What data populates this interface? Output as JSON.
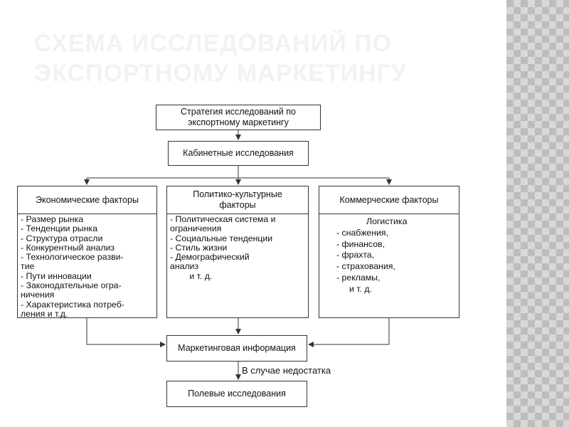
{
  "slide": {
    "title": "СХЕМА ИССЛЕДОВАНИЙ ПО ЭКСПОРТНОМУ МАРКЕТИНГУ"
  },
  "diagram": {
    "strategy": "Стратегия исследований по экспортному маркетингу",
    "desk_research": "Кабинетные исследования",
    "economic": {
      "header": "Экономические факторы",
      "items": [
        "- Размер рынка",
        "- Тенденции рынка",
        "- Структура отрасли",
        "- Конкурентный анализ",
        "- Технологическое разви-",
        "тие",
        "- Пути инновации",
        "- Законодательные огра-",
        "ничения",
        "- Характеристика потреб-",
        "ления и т.д."
      ]
    },
    "political": {
      "header": "Политико-культурные факторы",
      "items": [
        "- Политическая система и",
        "ограничения",
        "- Социальные тенденции",
        "- Стиль жизни",
        "- Демографический",
        "анализ",
        "        и т. д."
      ]
    },
    "commercial": {
      "header": "Коммерческие факторы",
      "items": [
        "Логистика",
        "- снабжения,",
        "- финансов,",
        "- фрахта,",
        "- страхования,",
        "- рекламы,",
        "и т. д."
      ]
    },
    "marketing_info": "Маркетинговая информация",
    "shortage_note": "В случае недостатка",
    "field_research": "Полевые исследования"
  },
  "colors": {
    "title": "#f2f2f2",
    "pattern_light": "#d8d8d8",
    "pattern_dark": "#bdbdbd",
    "lines": "#333333"
  }
}
